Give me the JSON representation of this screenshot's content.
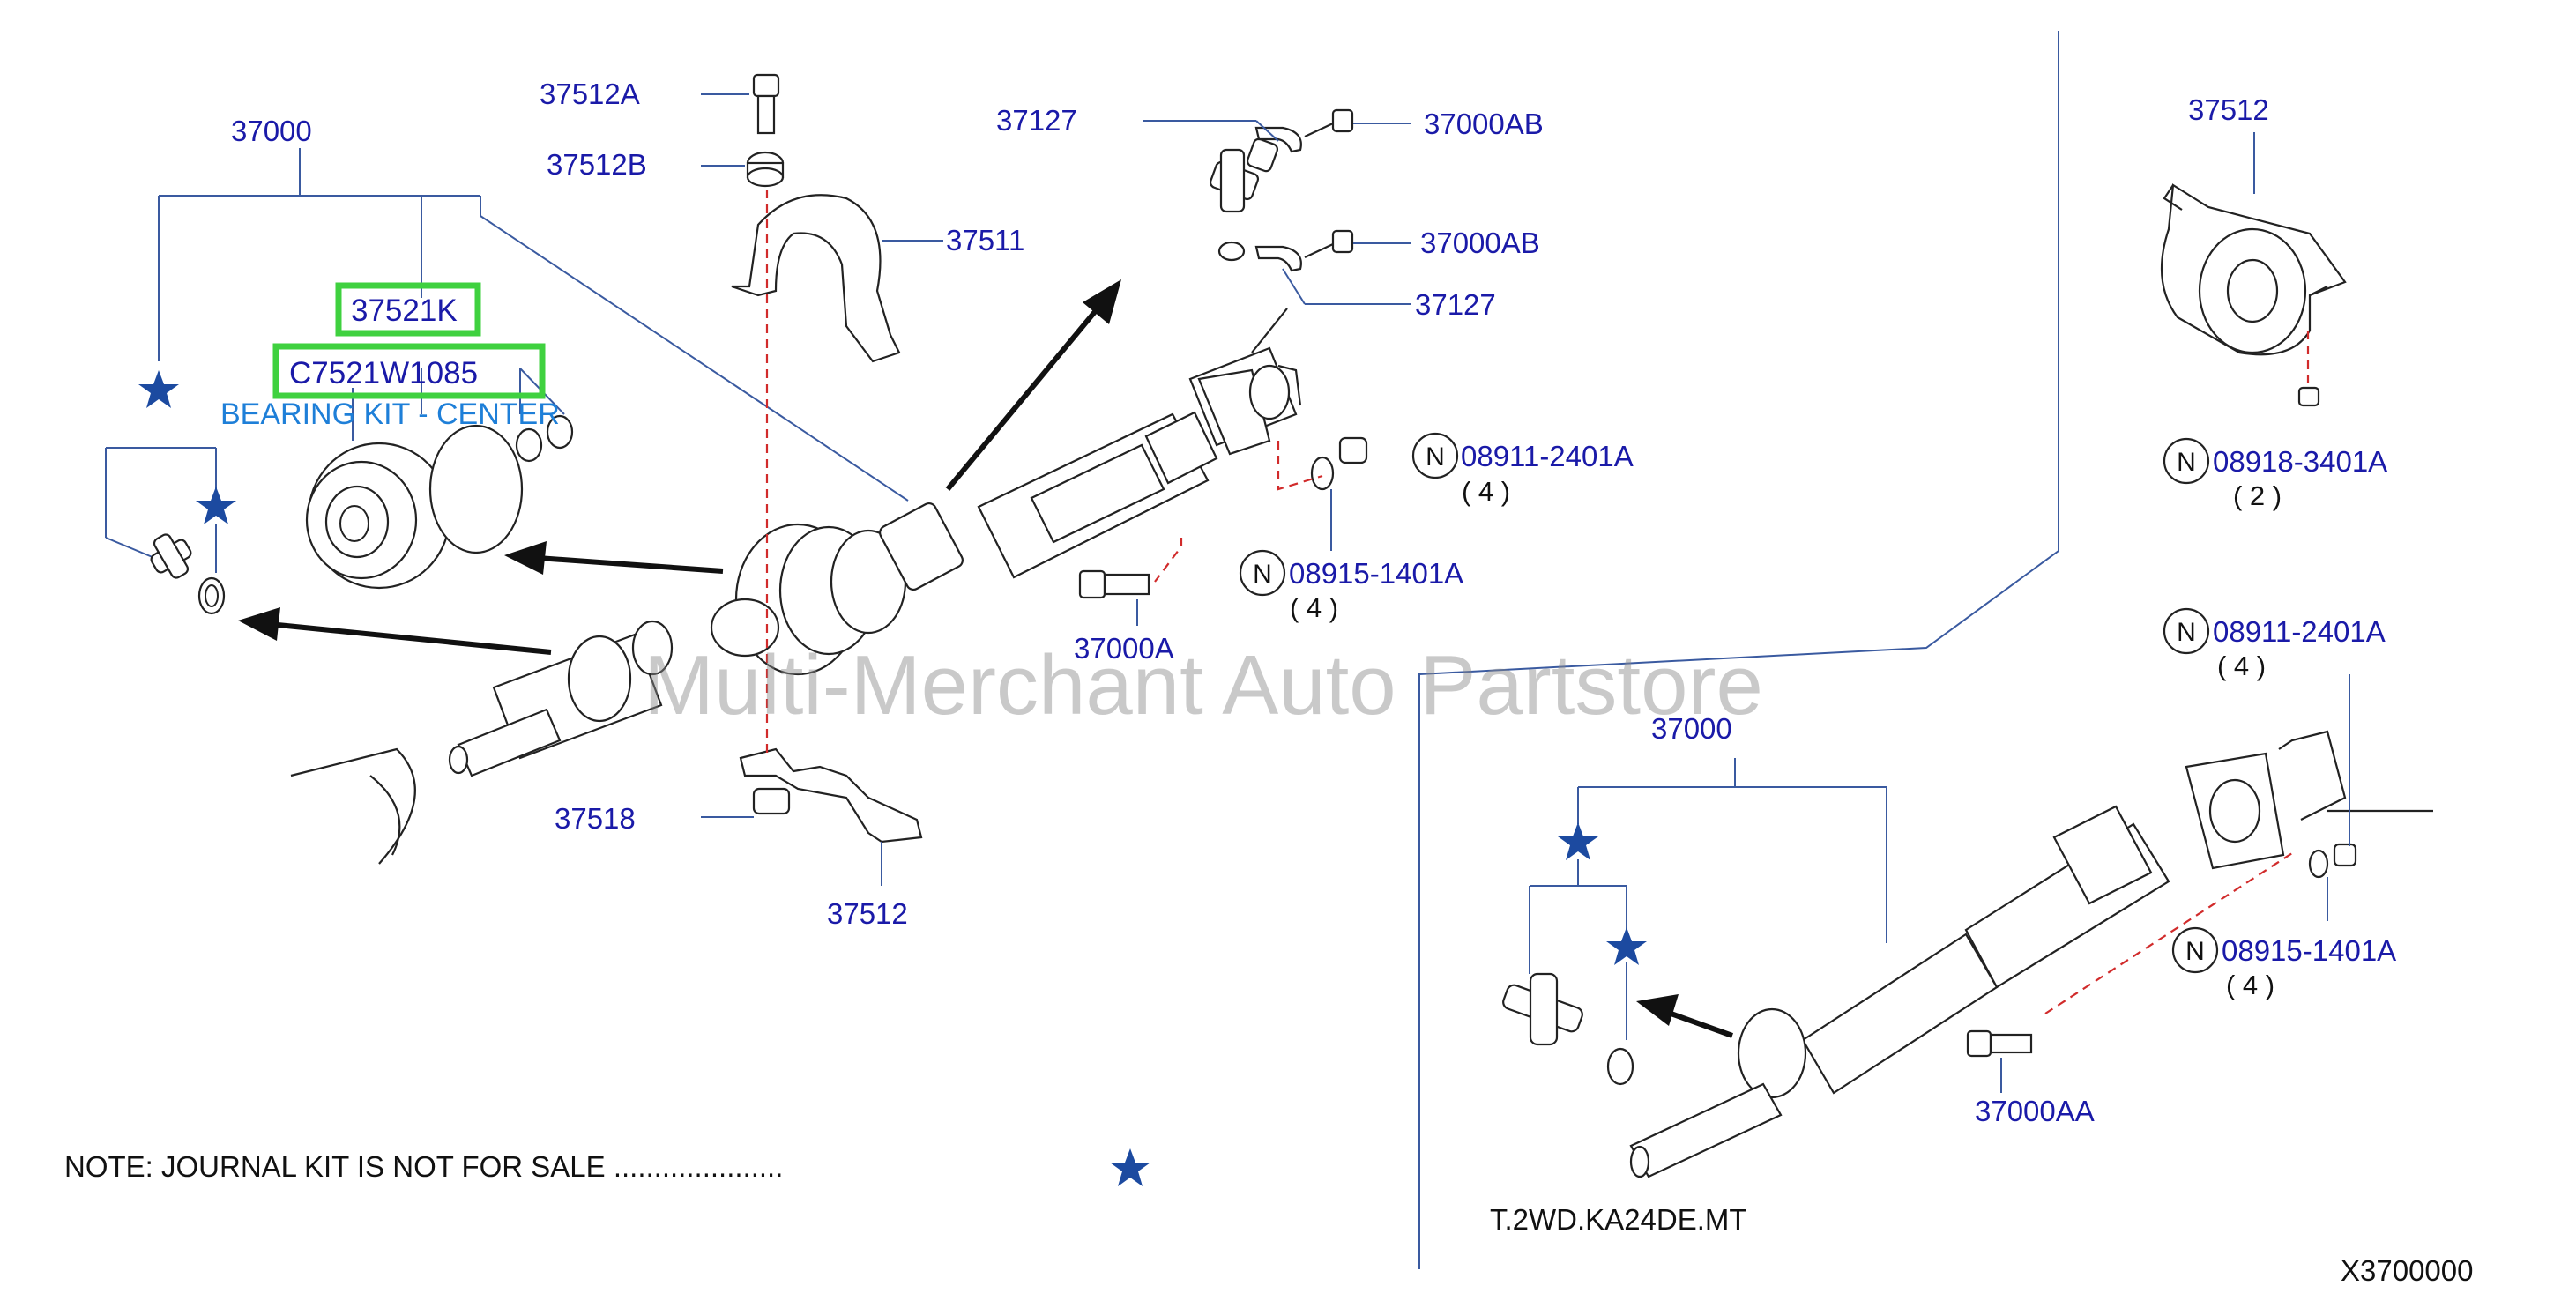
{
  "watermark": "Multi-Merchant Auto Partstore",
  "labels": {
    "p37000_top": "37000",
    "p37512A": "37512A",
    "p37512B": "37512B",
    "p37511": "37511",
    "p37127_top": "37127",
    "p37000AB_top": "37000AB",
    "p37000AB_bottom": "37000AB",
    "p37127_bottom": "37127",
    "p37512_right": "37512",
    "p37521K": "37521K",
    "pC7521W1085": "C7521W1085",
    "bearing_kit": "BEARING KIT - CENTER",
    "p08911_top": "08911-2401A",
    "p08911_top_qty": "( 4 )",
    "p08918": "08918-3401A",
    "p08918_qty": "( 2 )",
    "p08915_top": "08915-1401A",
    "p08915_top_qty": "( 4 )",
    "p37000A": "37000A",
    "p37518": "37518",
    "p37512_bottom": "37512",
    "p08911_right": "08911-2401A",
    "p08911_right_qty": "( 4 )",
    "p37000_right": "37000",
    "p08915_right": "08915-1401A",
    "p08915_right_qty": "( 4 )",
    "p37000AA": "37000AA",
    "n_marker": "N"
  },
  "note": {
    "text": "NOTE:   JOURNAL  KIT  IS  NOT  FOR  SALE  ....................."
  },
  "model_code": "T.2WD.KA24DE.MT",
  "diagram_code": "X3700000",
  "colors": {
    "part_number": "#1a1aa8",
    "highlight_box": "#3fd13f",
    "leader_line": "#3a5aa0",
    "dashed_line": "#d12b2b",
    "star": "#1c4aa0"
  }
}
